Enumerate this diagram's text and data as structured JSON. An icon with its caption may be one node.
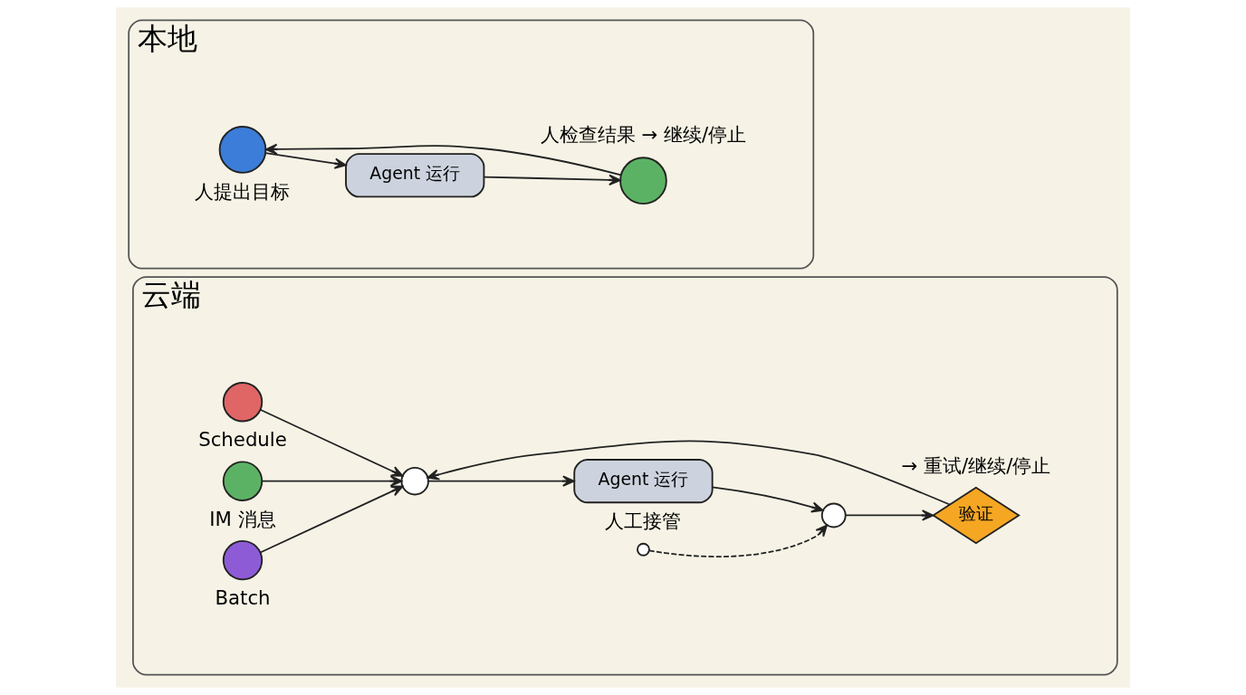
{
  "diagram": {
    "nodes": [
      {
        "text": [
          "本地"
        ]
      },
      {
        "text": [
          "Agent 运行"
        ],
        "in": 0
      },
      {
        "text": [],
        "shape": "circle",
        "beside": [
          "人提出目标"
        ],
        "in": 0
      },
      {
        "text": [],
        "shape": "circle",
        "beside": [
          "人检查结果 → 继续/停止"
        ],
        "in": 0
      },
      {
        "text": [
          "云端"
        ]
      },
      {
        "text": [],
        "shape": "circle",
        "beside": [
          "Schedule"
        ],
        "in": 4
      },
      {
        "text": [],
        "shape": "circle",
        "beside": [
          "IM 消息"
        ],
        "in": 4
      },
      {
        "text": [],
        "shape": "circle",
        "beside": [
          "Batch"
        ],
        "in": 4
      },
      {
        "text": [],
        "shape": "circle",
        "in": 4
      },
      {
        "text": [
          "Agent 运行"
        ],
        "in": 4
      },
      {
        "text": [],
        "shape": "circle",
        "in": 4
      },
      {
        "text": [
          "验证"
        ],
        "beside": [
          "→ 重试/继续/停止"
        ],
        "in": 4
      },
      {
        "text": [],
        "shape": "circle",
        "beside": [
          "人工接管"
        ],
        "in": 4
      }
    ],
    "edges": [
      {
        "from": 2,
        "to": 1,
        "arrow": "to"
      },
      {
        "from": 1,
        "to": 3,
        "arrow": "to"
      },
      {
        "from": 3,
        "to": 2,
        "arrow": "to"
      },
      {
        "from": 5,
        "to": 8,
        "arrow": "to"
      },
      {
        "from": 6,
        "to": 8,
        "arrow": "to"
      },
      {
        "from": 7,
        "to": 8,
        "arrow": "to"
      },
      {
        "from": 8,
        "to": 9,
        "arrow": "to"
      },
      {
        "from": 9,
        "to": 10,
        "arrow": "to"
      },
      {
        "from": 10,
        "to": 11,
        "arrow": "to"
      },
      {
        "from": 11,
        "to": 8,
        "arrow": "to"
      },
      {
        "from": 12,
        "to": 10,
        "arrow": "to",
        "style": "dashed"
      }
    ]
  }
}
